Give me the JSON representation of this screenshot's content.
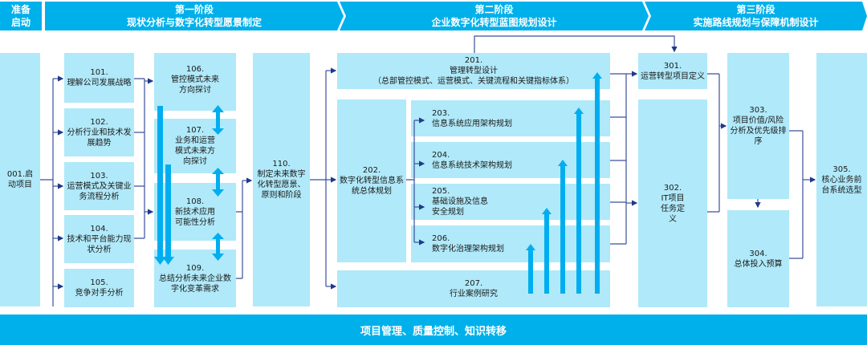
{
  "header": {
    "prep": {
      "line1": "准备",
      "line2": "启动"
    },
    "phase1": {
      "line1": "第一阶段",
      "line2": "现状分析与数字化转型愿景制定"
    },
    "phase2": {
      "line1": "第二阶段",
      "line2": "企业数字化转型蓝图规划设计"
    },
    "phase3": {
      "line1": "第三阶段",
      "line2": "实施路线规划与保障机制设计"
    }
  },
  "boxes": {
    "b001": {
      "num": "001.启",
      "text": "动项目"
    },
    "b101": {
      "num": "101.",
      "text": "理解公司发展战略"
    },
    "b102": {
      "num": "102.",
      "text": "分析行业和技术发展趋势"
    },
    "b103": {
      "num": "103.",
      "text": "运营模式及关键业务流程分析"
    },
    "b104": {
      "num": "104.",
      "text": "技术和平台能力现状分析"
    },
    "b105": {
      "num": "105.",
      "text": "竞争对手分析"
    },
    "b106": {
      "num": "106.",
      "text": "管控模式未来方向探讨"
    },
    "b107": {
      "num": "107.",
      "text": "业务和运营模式未来方向探讨"
    },
    "b108": {
      "num": "108.",
      "text": "新技术应用可能性分析"
    },
    "b109": {
      "num": "109.",
      "text": "总结分析未来企业数字化变革需求"
    },
    "b110": {
      "num": "110.",
      "text": "制定未来数字化转型愿景、原则和阶段"
    },
    "b201": {
      "num": "201.",
      "text": "管理转型设计",
      "sub": "（总部管控模式、运营模式、关键流程和关键指标体系）"
    },
    "b202": {
      "num": "202.",
      "text": "数字化转型信息系统总体规划"
    },
    "b203": {
      "num": "203.",
      "text": "信息系统应用架构规划"
    },
    "b204": {
      "num": "204.",
      "text": "信息系统技术架构规划"
    },
    "b205": {
      "num": "205.",
      "text": "基础设施及信息安全规划"
    },
    "b206": {
      "num": "206.",
      "text": "数字化治理架构规划"
    },
    "b207": {
      "num": "207.",
      "text": "行业案例研究"
    },
    "b301": {
      "num": "301.",
      "text": "运营转型项目定义"
    },
    "b302": {
      "num": "302.",
      "text": "IT项目任务定义"
    },
    "b303": {
      "num": "303.",
      "text": "项目价值/风险分析及优先级排序"
    },
    "b304": {
      "num": "304.",
      "text": "总体投入预算"
    },
    "b305": {
      "num": "305.",
      "text": "核心业务前台系统选型"
    }
  },
  "footer": {
    "text": "项目管理、质量控制、知识转移"
  },
  "colors": {
    "header": "#00b0eb",
    "box": "#b0e9f9",
    "line": "#1f3a8a",
    "arrow": "#00aeef"
  }
}
